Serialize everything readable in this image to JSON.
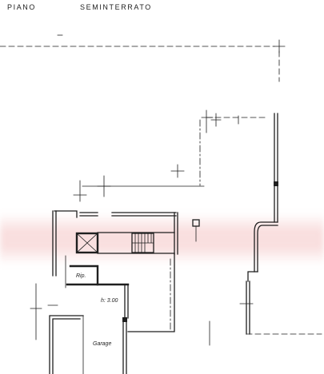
{
  "title": {
    "floor": "PIANO",
    "level": "SEMINTERRATO"
  },
  "labels": {
    "storage": "Rip.",
    "height": "h: 3.00",
    "garage": "Garage"
  },
  "colors": {
    "ink": "#1f1f1f",
    "watermark": "#f2b8b8",
    "background": "#ffffff"
  }
}
